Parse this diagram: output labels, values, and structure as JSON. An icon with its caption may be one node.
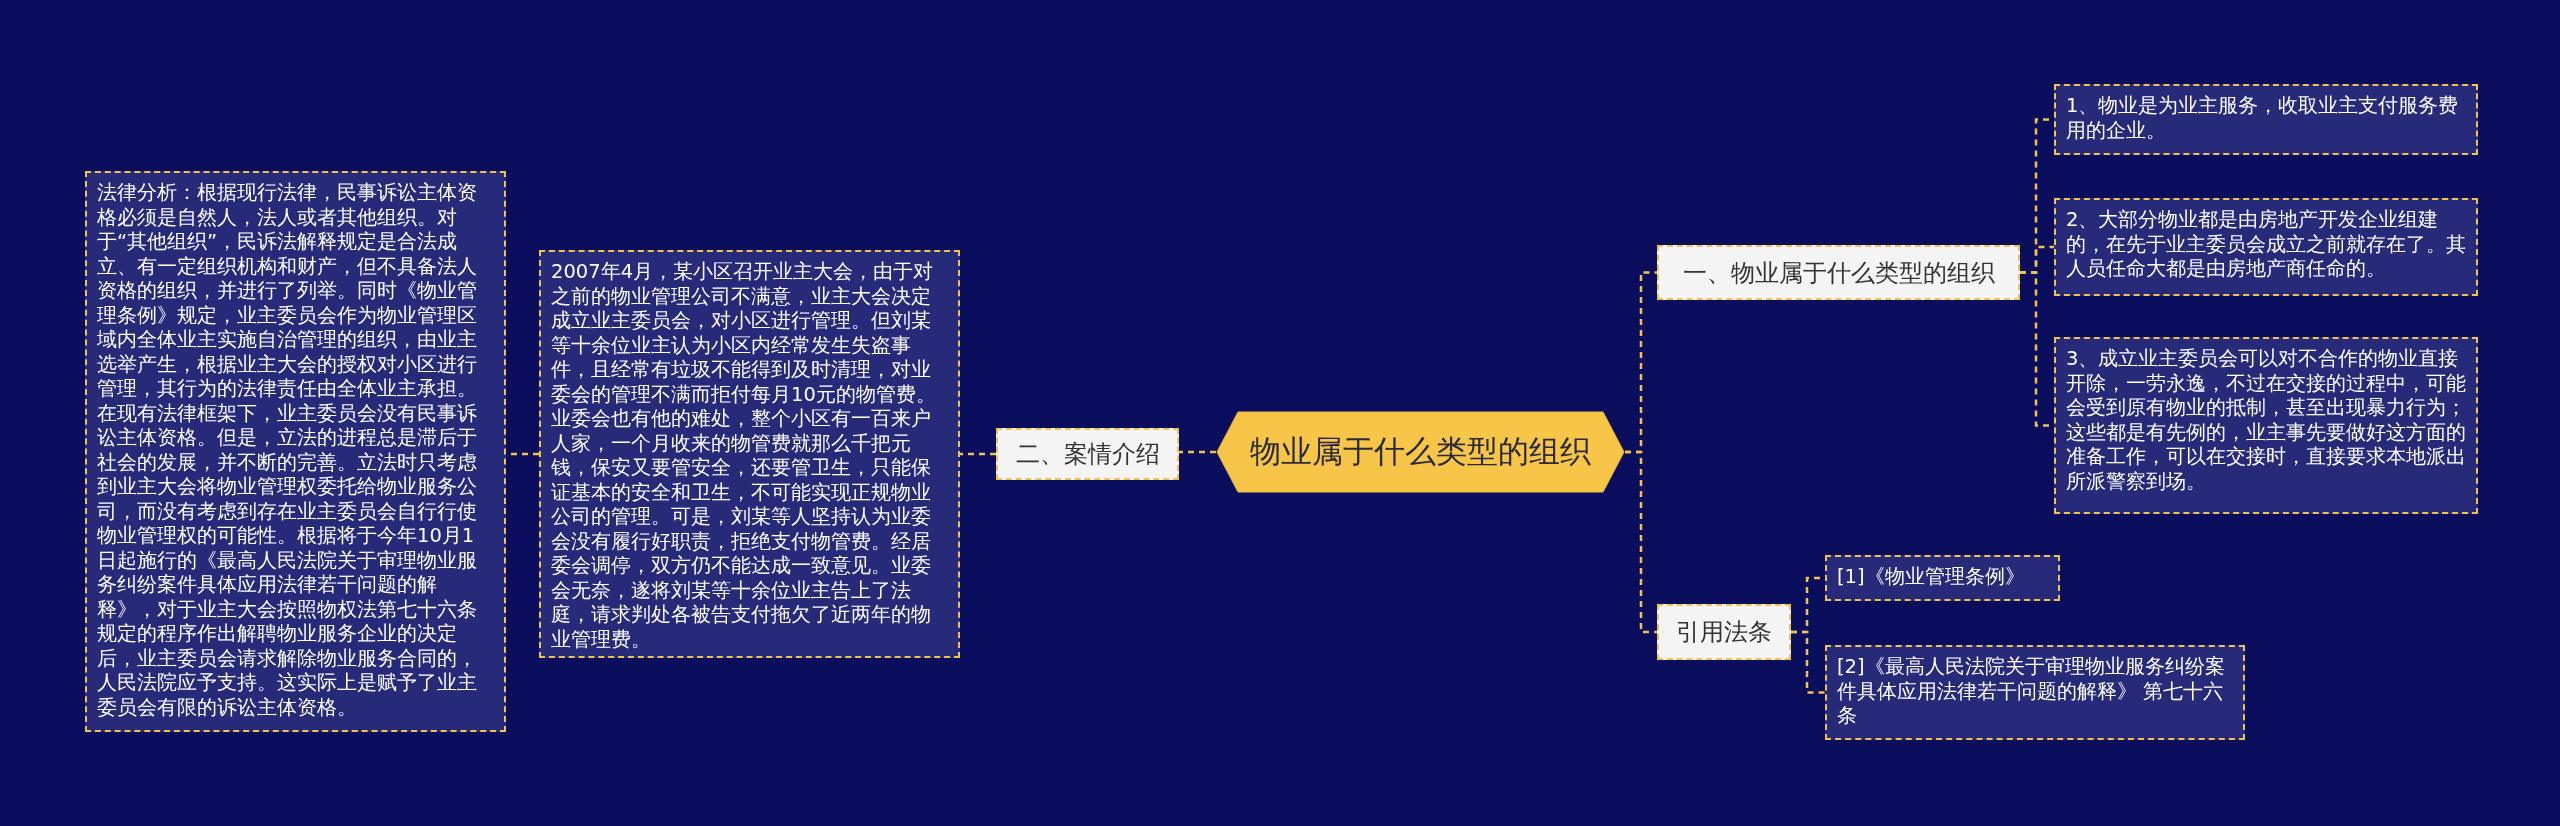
{
  "diagram": {
    "nodes": [
      {
        "text": [
          "物业属于什么类型的组织"
        ]
      },
      {
        "text": [
          "二、案情介绍"
        ]
      },
      {
        "text": [
          "2007年4月，某小区召开业主大会，由于对之前的物业管理公司不满意，业主大会决定成立业主委员会，对小区进行管理。但刘某等十余位业主认为小区内经常发生失盗事件，且经常有垃圾不能得到及时清理，对业委会的管理不满而拒付每月10元的物管费。业委会也有他的难处，整个小区有一百来户人家，一个月收来的物管费就那么千把元钱，保安又要管安全，还要管卫生，只能保证基本的安全和卫生，不可能实现正规物业公司的管理。可是，刘某等人坚持认为业委会没有履行好职责，拒绝支付物管费。经居委会调停，双方仍不能达成一致意见。业委会无奈，遂将刘某等十余位业主告上了法庭，请求判处各被告支付拖欠了近两年的物业管理费。"
        ]
      },
      {
        "text": [
          "法律分析：根据现行法律，民事诉讼主体资格必须是自然人，法人或者其他组织。对于“其他组织”，民诉法解释规定是合法成立、有一定组织机构和财产，但不具备法人资格的组织，并进行了列举。同时《物业管理条例》规定，业主委员会作为物业管理区域内全体业主实施自治管理的组织，由业主选举产生，根据业主大会的授权对小区进行管理，其行为的法律责任由全体业主承担。在现有法律框架下，业主委员会没有民事诉讼主体资格。但是，立法的进程总是滞后于社会的发展，并不断的完善。立法时只考虑到业主大会将物业管理权委托给物业服务公司，而没有考虑到存在业主委员会自行行使物业管理权的可能性。根据将于今年10月1日起施行的《最高人民法院关于审理物业服务纠纷案件具体应用法律若干问题的解释》，对于业主大会按照物权法第七十六条规定的程序作出解聘物业服务企业的决定后，业主委员会请求解除物业服务合同的，人民法院应予支持。这实际上是赋予了业主委员会有限的诉讼主体资格。"
        ]
      },
      {
        "text": [
          "一、物业属于什么类型的组织"
        ]
      },
      {
        "text": [
          "1、物业是为业主服务，收取业主支付服务费用的企业。"
        ]
      },
      {
        "text": [
          "2、大部分物业都是由房地产开发企业组建的，在先于业主委员会成立之前就存在了。其人员任命大都是由房地产商任命的。"
        ]
      },
      {
        "text": [
          "3、成立业主委员会可以对不合作的物业直接开除，一劳永逸，不过在交接的过程中，可能会受到原有物业的抵制，甚至出现暴力行为；这些都是有先例的，业主事先要做好这方面的准备工作，可以在交接时，直接要求本地派出所派警察到场。"
        ]
      },
      {
        "text": [
          "引用法条"
        ]
      },
      {
        "text": [
          "[1]《物业管理条例》"
        ]
      },
      {
        "text": [
          "[2]《最高人民法院关于审理物业服务纠纷案件具体应用法律若干问题的解释》 第七十六条"
        ]
      }
    ],
    "edges": [
      {
        "from": 0,
        "to": 1,
        "arrow": "none"
      },
      {
        "from": 1,
        "to": 2,
        "arrow": "none"
      },
      {
        "from": 2,
        "to": 3,
        "arrow": "none"
      },
      {
        "from": 0,
        "to": 4,
        "arrow": "none"
      },
      {
        "from": 4,
        "to": 5,
        "arrow": "none"
      },
      {
        "from": 4,
        "to": 6,
        "arrow": "none"
      },
      {
        "from": 4,
        "to": 7,
        "arrow": "none"
      },
      {
        "from": 0,
        "to": 8,
        "arrow": "none"
      },
      {
        "from": 8,
        "to": 9,
        "arrow": "none"
      },
      {
        "from": 8,
        "to": 10,
        "arrow": "none"
      }
    ]
  }
}
